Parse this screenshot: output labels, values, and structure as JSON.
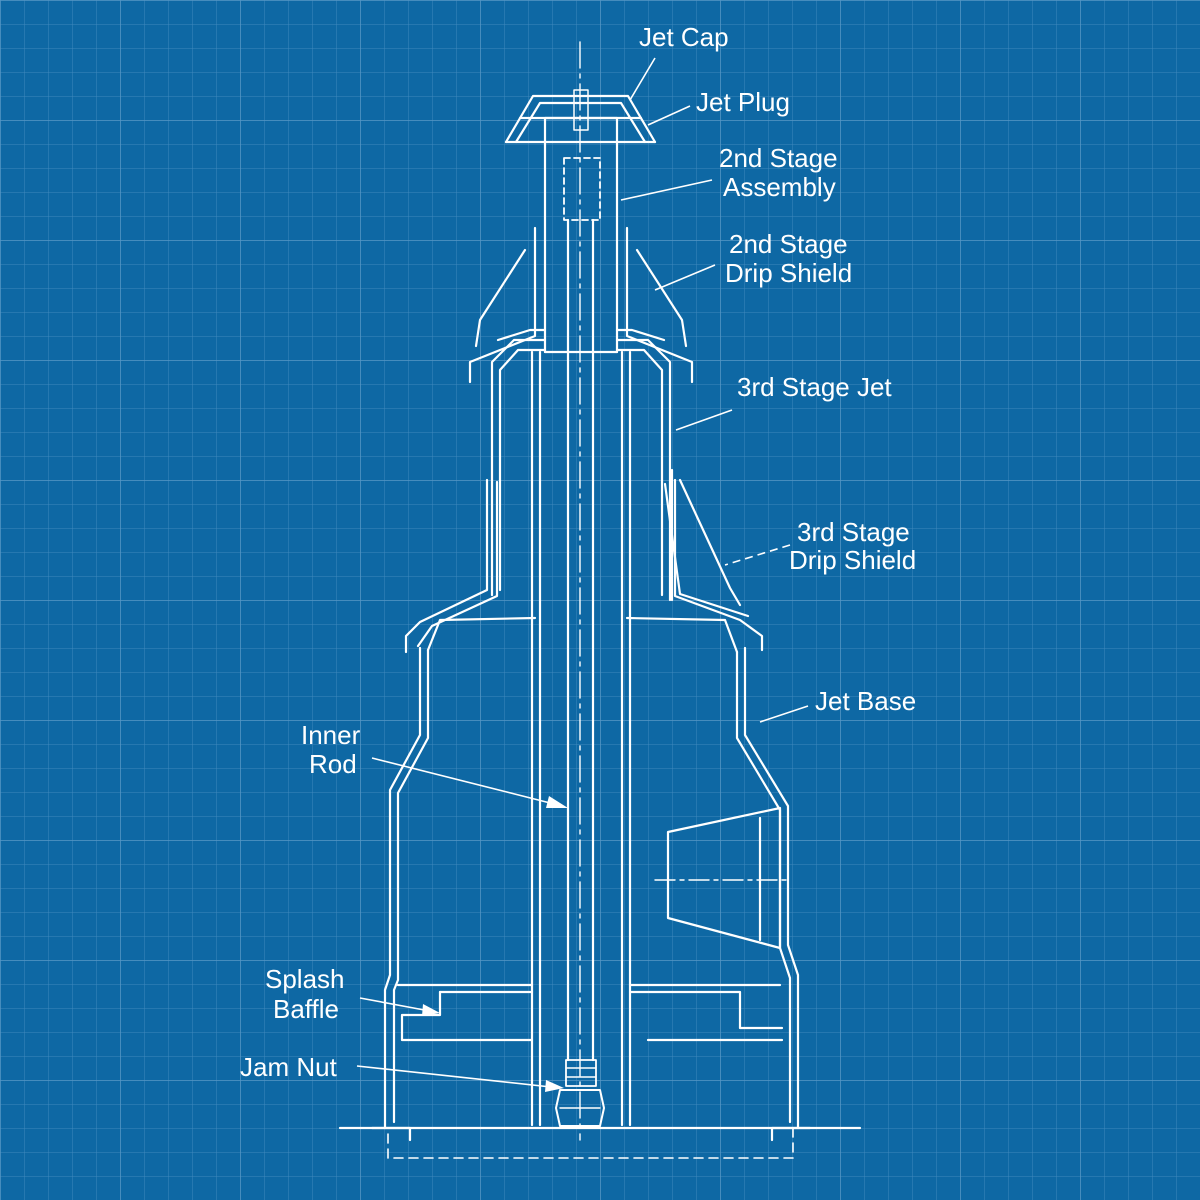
{
  "colors": {
    "background": "#0e68a4",
    "grid_minor": "#3f88bd",
    "grid_major": "#5797c5",
    "line": "#ffffff"
  },
  "labels": {
    "jet_cap": "Jet Cap",
    "jet_plug": "Jet Plug",
    "second_stage_assembly": [
      "2nd Stage",
      "Assembly"
    ],
    "second_stage_drip_shield": [
      "2nd Stage",
      "Drip Shield"
    ],
    "third_stage_jet": "3rd Stage Jet",
    "third_stage_drip_shield": [
      "3rd Stage",
      "Drip Shield"
    ],
    "jet_base": "Jet Base",
    "inner_rod": [
      "Inner",
      "Rod"
    ],
    "splash_baffle": [
      "Splash",
      "Baffle"
    ],
    "jam_nut": "Jam Nut"
  }
}
